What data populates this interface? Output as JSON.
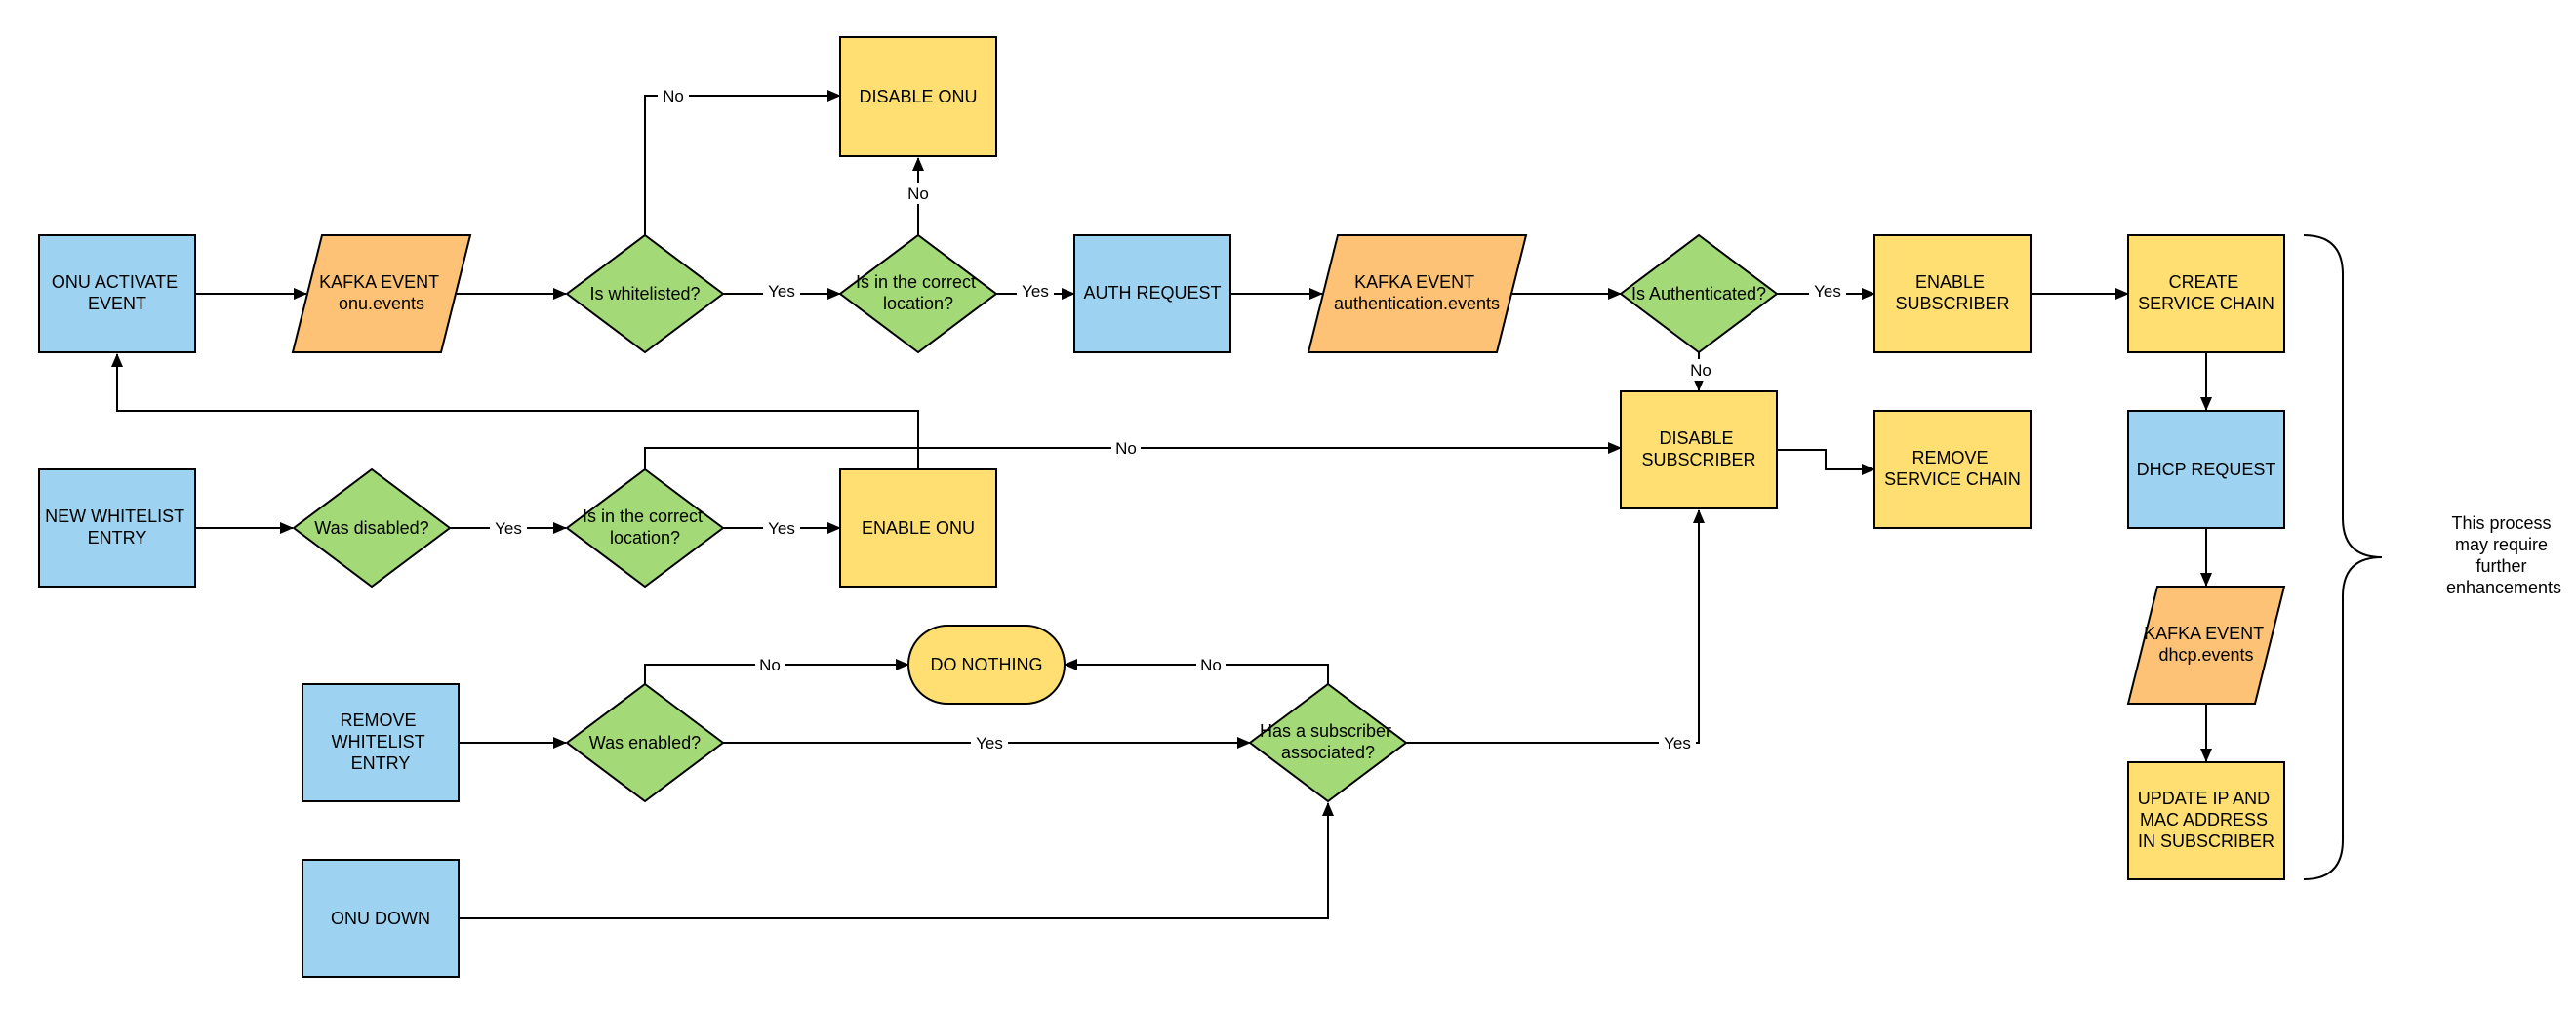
{
  "colors": {
    "event": "#9dd3f1",
    "kafka": "#fdc275",
    "decision": "#a3d977",
    "action": "#ffdf71",
    "line": "#000000"
  },
  "nodes": {
    "onu_activate": {
      "lines": [
        "ONU ACTIVATE",
        "EVENT"
      ]
    },
    "kafka_onu": {
      "lines": [
        "KAFKA EVENT",
        "onu.events"
      ]
    },
    "is_whitelisted": {
      "lines": [
        "Is whitelisted?"
      ]
    },
    "disable_onu": {
      "lines": [
        "DISABLE ONU"
      ]
    },
    "correct_location_1": {
      "lines": [
        "Is in the correct",
        "location?"
      ]
    },
    "auth_request": {
      "lines": [
        "AUTH REQUEST"
      ]
    },
    "kafka_auth": {
      "lines": [
        "KAFKA EVENT",
        "authentication.events"
      ]
    },
    "is_authenticated": {
      "lines": [
        "Is Authenticated?"
      ]
    },
    "enable_subscriber": {
      "lines": [
        "ENABLE",
        "SUBSCRIBER"
      ]
    },
    "create_service_chain": {
      "lines": [
        "CREATE",
        "SERVICE CHAIN"
      ]
    },
    "new_whitelist": {
      "lines": [
        "NEW WHITELIST",
        "ENTRY"
      ]
    },
    "was_disabled": {
      "lines": [
        "Was disabled?"
      ]
    },
    "correct_location_2": {
      "lines": [
        "Is in the correct",
        "location?"
      ]
    },
    "enable_onu": {
      "lines": [
        "ENABLE ONU"
      ]
    },
    "disable_subscriber": {
      "lines": [
        "DISABLE",
        "SUBSCRIBER"
      ]
    },
    "remove_service_chain": {
      "lines": [
        "REMOVE",
        "SERVICE CHAIN"
      ]
    },
    "dhcp_request": {
      "lines": [
        "DHCP REQUEST"
      ]
    },
    "kafka_dhcp": {
      "lines": [
        "KAFKA EVENT",
        "dhcp.events"
      ]
    },
    "update_ip_mac": {
      "lines": [
        "UPDATE IP AND",
        "MAC ADDRESS",
        "IN SUBSCRIBER"
      ]
    },
    "remove_whitelist": {
      "lines": [
        "REMOVE",
        "WHITELIST",
        "ENTRY"
      ]
    },
    "was_enabled": {
      "lines": [
        "Was enabled?"
      ]
    },
    "do_nothing": {
      "lines": [
        "DO NOTHING"
      ]
    },
    "has_subscriber": {
      "lines": [
        "Has a subscriber",
        "associated?"
      ]
    },
    "onu_down": {
      "lines": [
        "ONU DOWN"
      ]
    }
  },
  "edge_labels": {
    "yes": "Yes",
    "no": "No"
  },
  "note": {
    "lines": [
      "This process",
      "may require",
      "further",
      "enhancements"
    ]
  }
}
